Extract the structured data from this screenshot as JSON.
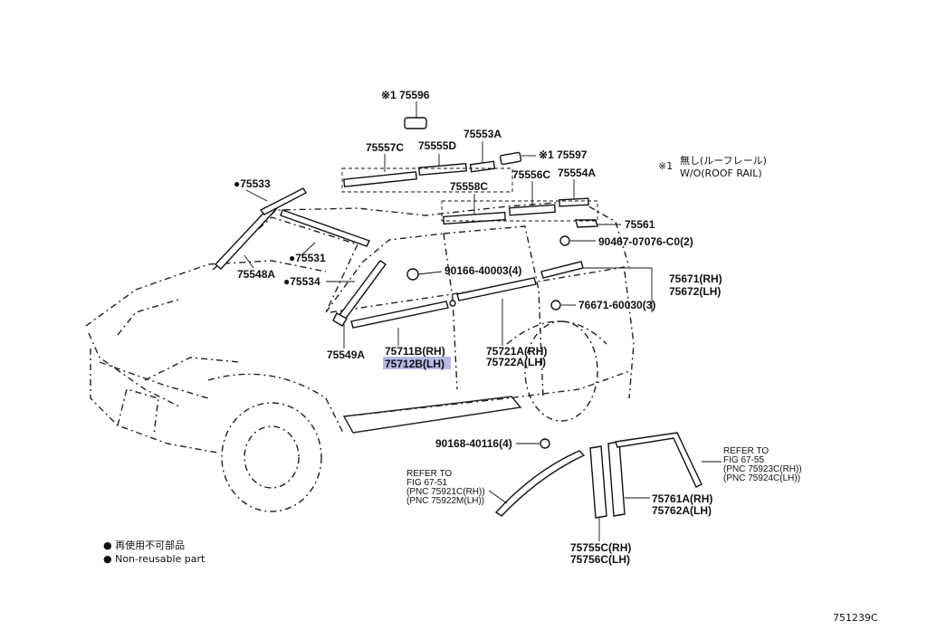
{
  "labels": {
    "p75596": "※1 75596",
    "p75557c": "75557C",
    "p75555d": "75555D",
    "p75553a": "75553A",
    "p75597": "※1 75597",
    "p75556c": "75556C",
    "p75554a": "75554A",
    "p75558c": "75558C",
    "p75533": "●75533",
    "p75531": "●75531",
    "p75548a": "75548A",
    "p75534": "●75534",
    "p75561": "75561",
    "p90467": "90467-07076-C0(2)",
    "p90166": "90166-40003(4)",
    "p75671": "75671(RH)",
    "p75672": "75672(LH)",
    "p76671": "76671-60030(3)",
    "p75549a": "75549A",
    "p75711b": "75711B(RH)",
    "p75712b": "75712B(LH)",
    "p75721a": "75721A(RH)",
    "p75722a": "75722A(LH)",
    "p90168": "90168-40116(4)",
    "p75761a": "75761A(RH)",
    "p75762a": "75762A(LH)",
    "p75755c": "75755C(RH)",
    "p75756c": "75756C(LH)"
  },
  "refs": {
    "right": [
      "REFER TO",
      "FIG  67-55",
      "(PNC  75923C(RH))",
      "(PNC  75924C(LH))"
    ],
    "left": [
      "REFER TO",
      "FIG  67-51",
      "(PNC  75921C(RH))",
      "(PNC  75922M(LH))"
    ]
  },
  "note": {
    "mark": "※1",
    "jp": "無し(ルーフレール)",
    "en": "W/O(ROOF RAIL)"
  },
  "legend": {
    "jp": "● 再使用不可部品",
    "en": "● Non-reusable part"
  },
  "diagram_id": "751239C",
  "highlight_color": "#b8b8e8"
}
